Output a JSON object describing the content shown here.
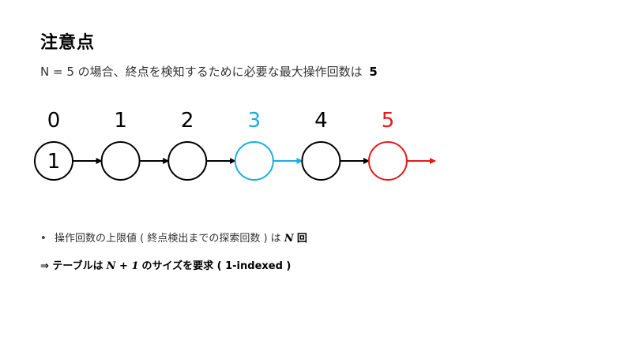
{
  "title": "注意点",
  "subtitle": {
    "text": "N = 5 の場合、終点を検知するために必要な最大操作回数は",
    "value": "5"
  },
  "diagram": {
    "nodes": [
      {
        "index": "0",
        "content": "1",
        "color": "#000000"
      },
      {
        "index": "1",
        "content": "",
        "color": "#000000"
      },
      {
        "index": "2",
        "content": "",
        "color": "#000000"
      },
      {
        "index": "3",
        "content": "",
        "color": "#1aaee0"
      },
      {
        "index": "4",
        "content": "",
        "color": "#000000"
      },
      {
        "index": "5",
        "content": "",
        "color": "#e41a1a"
      }
    ],
    "arrow_colors": [
      "#000000",
      "#000000",
      "#000000",
      "#1aaee0",
      "#000000",
      "#e41a1a"
    ]
  },
  "bullet": {
    "text": "操作回数の上限値 ( 終点検出までの探索回数 ) は",
    "var": "N",
    "unit": "回"
  },
  "conclusion": {
    "prefix": "⇒ テーブルは",
    "math": "N + 1",
    "suffix": "のサイズを要求 ( 1-indexed )"
  }
}
